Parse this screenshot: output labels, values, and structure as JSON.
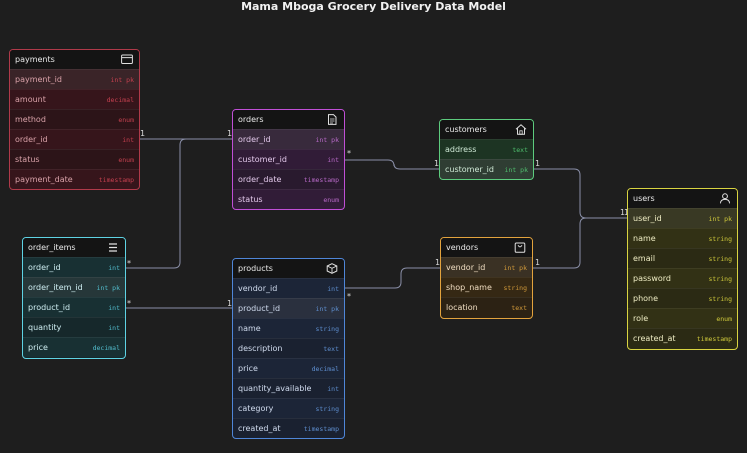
{
  "title": "Mama Mboga Grocery Delivery Data Model",
  "link_color": "#8a8fa8",
  "tables": {
    "payments": {
      "name": "payments",
      "icon": "credit-card-icon",
      "color": "#b03a4a",
      "fields": [
        {
          "name": "payment_id",
          "type": "int pk"
        },
        {
          "name": "amount",
          "type": "decimal"
        },
        {
          "name": "method",
          "type": "enum"
        },
        {
          "name": "order_id",
          "type": "int"
        },
        {
          "name": "status",
          "type": "enum"
        },
        {
          "name": "payment_date",
          "type": "timestamp"
        }
      ]
    },
    "orders": {
      "name": "orders",
      "icon": "document-icon",
      "color": "#c04fd6",
      "fields": [
        {
          "name": "order_id",
          "type": "int pk"
        },
        {
          "name": "customer_id",
          "type": "int"
        },
        {
          "name": "order_date",
          "type": "timestamp"
        },
        {
          "name": "status",
          "type": "enum"
        }
      ]
    },
    "customers": {
      "name": "customers",
      "icon": "home-icon",
      "color": "#5dcc7e",
      "fields": [
        {
          "name": "address",
          "type": "text"
        },
        {
          "name": "customer_id",
          "type": "int pk"
        }
      ]
    },
    "order_items": {
      "name": "order_items",
      "icon": "list-icon",
      "color": "#5ed3e4",
      "fields": [
        {
          "name": "order_id",
          "type": "int"
        },
        {
          "name": "order_item_id",
          "type": "int pk"
        },
        {
          "name": "product_id",
          "type": "int"
        },
        {
          "name": "quantity",
          "type": "int"
        },
        {
          "name": "price",
          "type": "decimal"
        }
      ]
    },
    "products": {
      "name": "products",
      "icon": "box-icon",
      "color": "#4f86d8",
      "fields": [
        {
          "name": "vendor_id",
          "type": "int"
        },
        {
          "name": "product_id",
          "type": "int pk"
        },
        {
          "name": "name",
          "type": "string"
        },
        {
          "name": "description",
          "type": "text"
        },
        {
          "name": "price",
          "type": "decimal"
        },
        {
          "name": "quantity_available",
          "type": "int"
        },
        {
          "name": "category",
          "type": "string"
        },
        {
          "name": "created_at",
          "type": "timestamp"
        }
      ]
    },
    "vendors": {
      "name": "vendors",
      "icon": "shopping-bag-icon",
      "color": "#e3a33d",
      "fields": [
        {
          "name": "vendor_id",
          "type": "int pk"
        },
        {
          "name": "shop_name",
          "type": "string"
        },
        {
          "name": "location",
          "type": "text"
        }
      ]
    },
    "users": {
      "name": "users",
      "icon": "user-icon",
      "color": "#d9d441",
      "fields": [
        {
          "name": "user_id",
          "type": "int pk"
        },
        {
          "name": "name",
          "type": "string"
        },
        {
          "name": "email",
          "type": "string"
        },
        {
          "name": "password",
          "type": "string"
        },
        {
          "name": "phone",
          "type": "string"
        },
        {
          "name": "role",
          "type": "enum"
        },
        {
          "name": "created_at",
          "type": "timestamp"
        }
      ]
    }
  },
  "cardinality": {
    "one": "1",
    "many": "*"
  }
}
